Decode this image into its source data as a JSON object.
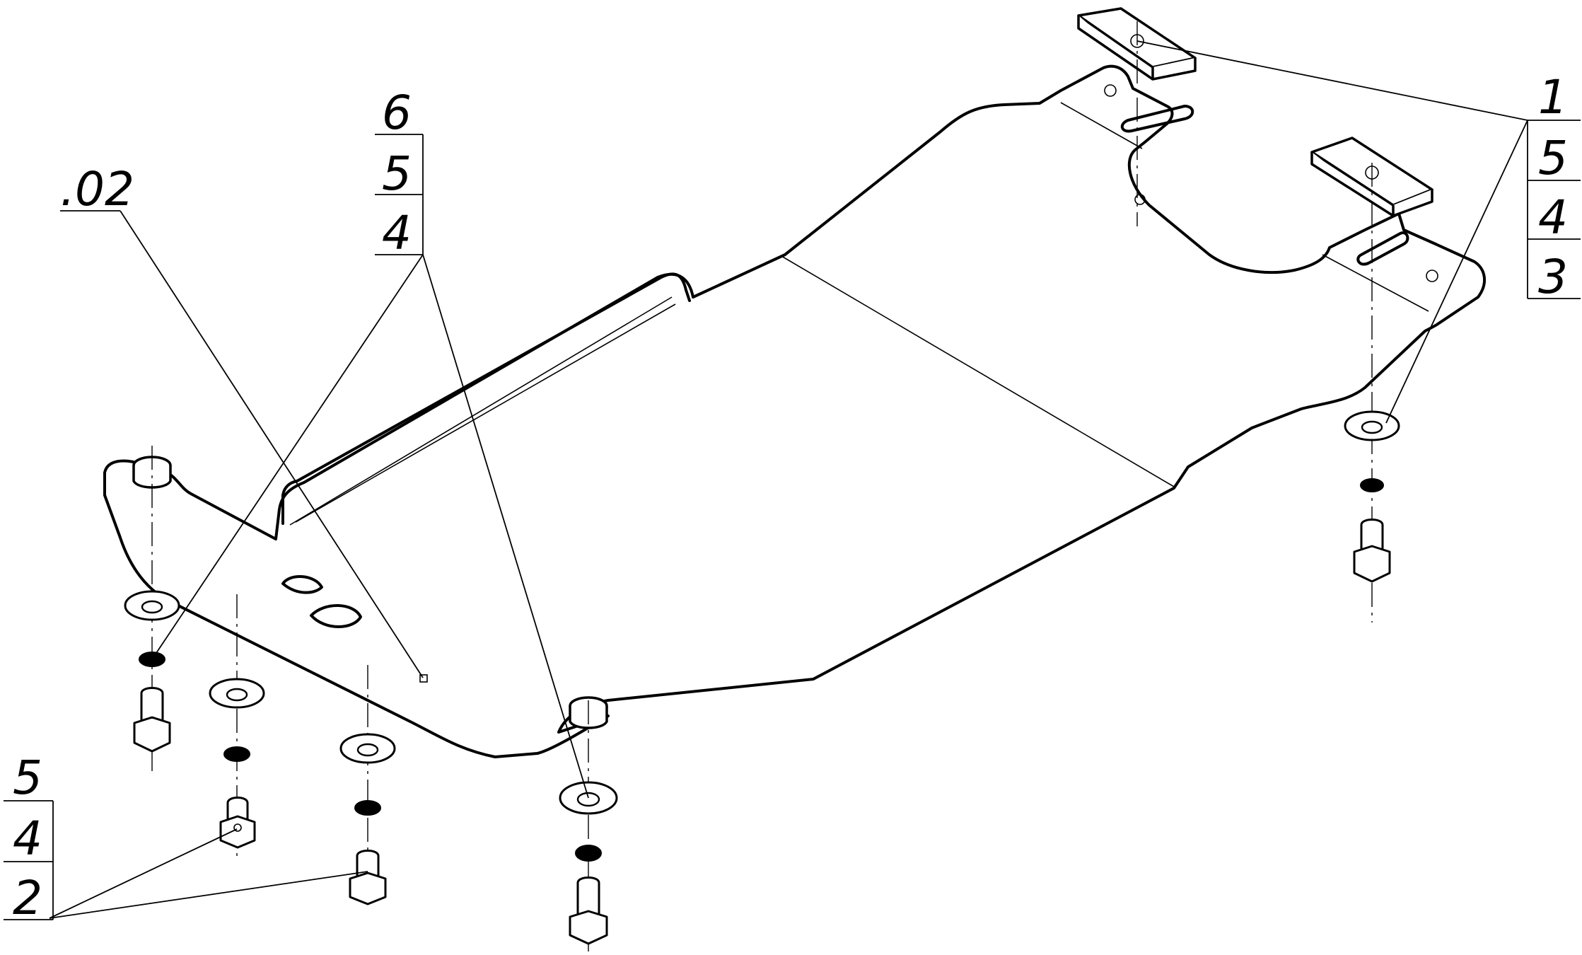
{
  "drawing": {
    "type": "exploded assembly view",
    "subject": "underbody protection plate with mounting hardware",
    "colors": {
      "line": "#000000",
      "background": "#ffffff"
    }
  },
  "callouts": {
    "top_left_stack": [
      "6",
      "5",
      "4"
    ],
    "assembly_ref": ".02",
    "top_right_stack": [
      "1",
      "5",
      "4",
      "3"
    ],
    "bottom_left_stack": [
      "5",
      "4",
      "2"
    ]
  }
}
